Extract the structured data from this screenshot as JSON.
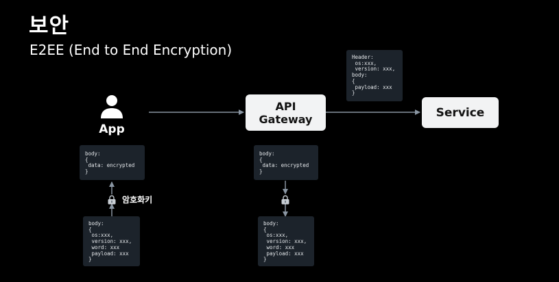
{
  "slide": {
    "title": "보안",
    "subtitle": "E2EE (End to End Encryption)"
  },
  "nodes": {
    "app": {
      "label": "App",
      "icon": "person-icon"
    },
    "gateway": {
      "label_line1": "API",
      "label_line2": "Gateway"
    },
    "service": {
      "label": "Service"
    }
  },
  "lock": {
    "label": "암호화키",
    "icon": "lock-icon"
  },
  "code": {
    "header_block": "Header:\n os:xxx,\n version: xxx,\nbody:\n{\n payload: xxx\n}",
    "app_encrypted": "body:\n{\n data: encrypted\n}",
    "app_plain": "body:\n{\n os:xxx,\n version: xxx,\n word: xxx\n payload: xxx\n}",
    "gateway_encrypted": "body:\n{\n data: encrypted\n}",
    "gateway_plain": "body:\n{\n os:xxx,\n version: xxx,\n word: xxx\n payload: xxx\n}"
  },
  "colors": {
    "background": "#000000",
    "node_fill": "#f2f3f4",
    "code_box": "#1c232b",
    "connector": "#8a96a3"
  }
}
